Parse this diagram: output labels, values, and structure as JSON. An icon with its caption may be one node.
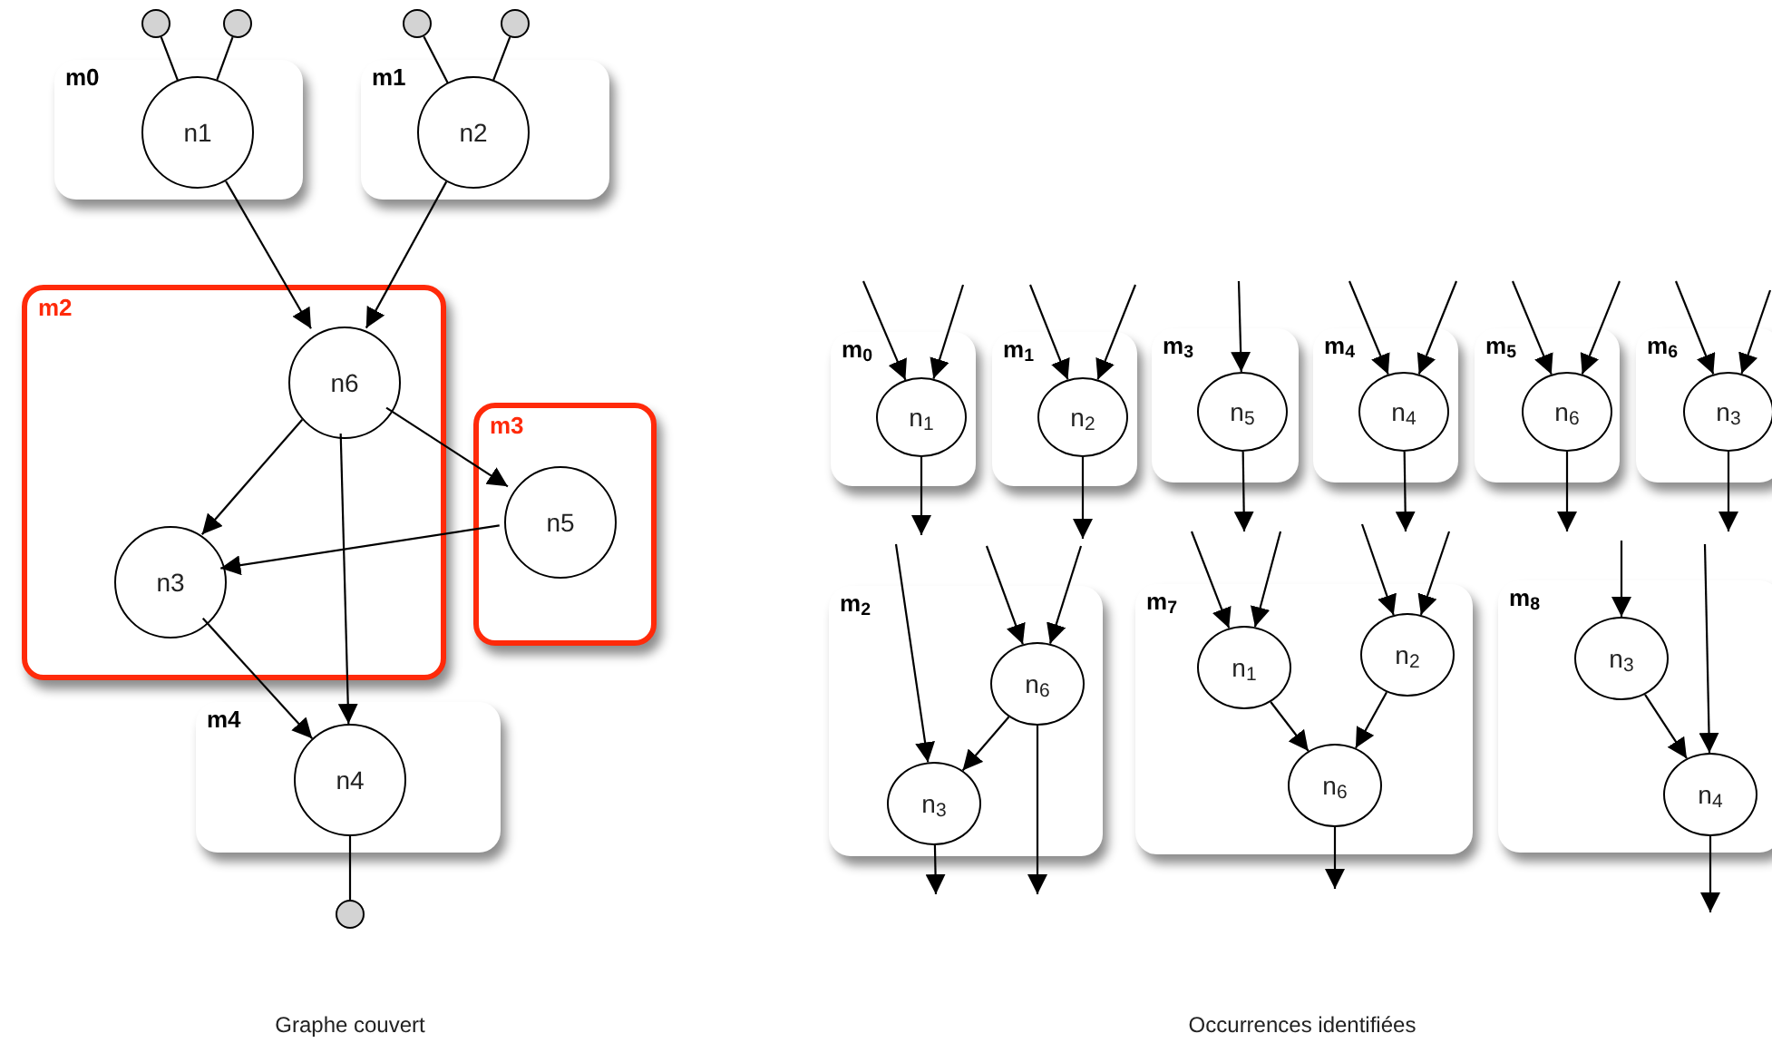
{
  "diagram": {
    "nodes": [
      {
        "text": [
          "m0"
        ]
      },
      {
        "text": [
          "n1"
        ],
        "in": 0
      },
      {
        "text": [
          "m1"
        ]
      },
      {
        "text": [
          "n2"
        ],
        "in": 2
      },
      {
        "text": [
          "m2"
        ]
      },
      {
        "text": [
          "n6"
        ],
        "in": 4
      },
      {
        "text": [
          "n3"
        ],
        "in": 4
      },
      {
        "text": [
          "m3"
        ]
      },
      {
        "text": [
          "n5"
        ],
        "in": 7
      },
      {
        "text": [
          "m4"
        ]
      },
      {
        "text": [
          "n4"
        ],
        "in": 9
      },
      {
        "text": [],
        "shape": "circle"
      },
      {
        "text": [],
        "shape": "circle"
      },
      {
        "text": [],
        "shape": "circle"
      },
      {
        "text": [],
        "shape": "circle"
      },
      {
        "text": [],
        "shape": "circle"
      },
      {
        "text": [
          "m$_{0}$"
        ]
      },
      {
        "text": [
          "n$_{1}$"
        ],
        "in": 16
      },
      {
        "text": [
          "m$_{1}$"
        ]
      },
      {
        "text": [
          "n$_{2}$"
        ],
        "in": 18
      },
      {
        "text": [
          "m$_{3}$"
        ]
      },
      {
        "text": [
          "n$_{5}$"
        ],
        "in": 20
      },
      {
        "text": [
          "m$_{4}$"
        ]
      },
      {
        "text": [
          "n$_{4}$"
        ],
        "in": 22
      },
      {
        "text": [
          "m$_{5}$"
        ]
      },
      {
        "text": [
          "n$_{6}$"
        ],
        "in": 24
      },
      {
        "text": [
          "m$_{6}$"
        ]
      },
      {
        "text": [
          "n$_{3}$"
        ],
        "in": 26
      },
      {
        "text": [
          "m$_{2}$"
        ]
      },
      {
        "text": [
          "n$_{6}$"
        ],
        "in": 28
      },
      {
        "text": [
          "n$_{3}$"
        ],
        "in": 28
      },
      {
        "text": [
          "m$_{7}$"
        ]
      },
      {
        "text": [
          "n$_{1}$"
        ],
        "in": 31
      },
      {
        "text": [
          "n$_{2}$"
        ],
        "in": 31
      },
      {
        "text": [
          "n$_{6}$"
        ],
        "in": 31
      },
      {
        "text": [
          "m$_{8}$"
        ]
      },
      {
        "text": [
          "n$_{3}$"
        ],
        "in": 35
      },
      {
        "text": [
          "n$_{4}$"
        ],
        "in": 35
      }
    ],
    "edges": [
      {
        "from": 11,
        "to": 1,
        "arrow": "none"
      },
      {
        "from": 12,
        "to": 1,
        "arrow": "none"
      },
      {
        "from": 13,
        "to": 3,
        "arrow": "none"
      },
      {
        "from": 14,
        "to": 3,
        "arrow": "none"
      },
      {
        "from": 1,
        "to": 5,
        "arrow": "to"
      },
      {
        "from": 3,
        "to": 5,
        "arrow": "to"
      },
      {
        "from": 5,
        "to": 6,
        "arrow": "to"
      },
      {
        "from": 5,
        "to": 8,
        "arrow": "to"
      },
      {
        "from": 5,
        "to": 10,
        "arrow": "to"
      },
      {
        "from": 8,
        "to": 6,
        "arrow": "to"
      },
      {
        "from": 6,
        "to": 10,
        "arrow": "to"
      },
      {
        "from": 10,
        "to": 15,
        "arrow": "none"
      },
      {
        "from": null,
        "to": 17,
        "arrow": "to"
      },
      {
        "from": null,
        "to": 17,
        "arrow": "to"
      },
      {
        "from": 17,
        "to": null,
        "arrow": "to"
      },
      {
        "from": null,
        "to": 19,
        "arrow": "to"
      },
      {
        "from": null,
        "to": 19,
        "arrow": "to"
      },
      {
        "from": 19,
        "to": null,
        "arrow": "to"
      },
      {
        "from": null,
        "to": 21,
        "arrow": "to"
      },
      {
        "from": 21,
        "to": null,
        "arrow": "to"
      },
      {
        "from": null,
        "to": 23,
        "arrow": "to"
      },
      {
        "from": null,
        "to": 23,
        "arrow": "to"
      },
      {
        "from": 23,
        "to": null,
        "arrow": "to"
      },
      {
        "from": null,
        "to": 25,
        "arrow": "to"
      },
      {
        "from": null,
        "to": 25,
        "arrow": "to"
      },
      {
        "from": 25,
        "to": null,
        "arrow": "to"
      },
      {
        "from": null,
        "to": 27,
        "arrow": "to"
      },
      {
        "from": null,
        "to": 27,
        "arrow": "to"
      },
      {
        "from": 27,
        "to": null,
        "arrow": "to"
      },
      {
        "from": null,
        "to": 30,
        "arrow": "to"
      },
      {
        "from": null,
        "to": 29,
        "arrow": "to"
      },
      {
        "from": null,
        "to": 29,
        "arrow": "to"
      },
      {
        "from": 29,
        "to": 30,
        "arrow": "to"
      },
      {
        "from": 30,
        "to": null,
        "arrow": "to"
      },
      {
        "from": 29,
        "to": null,
        "arrow": "to"
      },
      {
        "from": null,
        "to": 32,
        "arrow": "to"
      },
      {
        "from": null,
        "to": 32,
        "arrow": "to"
      },
      {
        "from": null,
        "to": 33,
        "arrow": "to"
      },
      {
        "from": null,
        "to": 33,
        "arrow": "to"
      },
      {
        "from": 32,
        "to": 34,
        "arrow": "to"
      },
      {
        "from": 33,
        "to": 34,
        "arrow": "to"
      },
      {
        "from": 34,
        "to": null,
        "arrow": "to"
      },
      {
        "from": null,
        "to": 36,
        "arrow": "to"
      },
      {
        "from": null,
        "to": 37,
        "arrow": "to"
      },
      {
        "from": 36,
        "to": 37,
        "arrow": "to"
      },
      {
        "from": 37,
        "to": null,
        "arrow": "to"
      }
    ],
    "labels": [
      "Graphe couvert",
      "Occurrences identifiées"
    ]
  }
}
